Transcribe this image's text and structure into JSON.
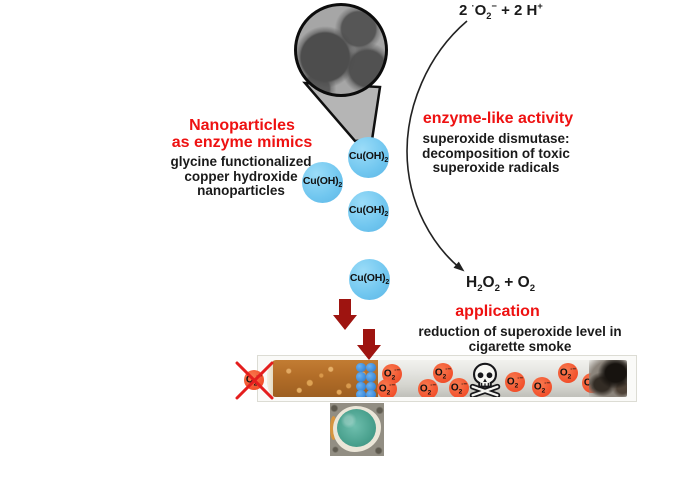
{
  "figure": {
    "kind": "graphical-abstract",
    "topic": "Glycine functionalized copper hydroxide nanoparticles as superoxide dismutase mimics"
  },
  "reaction": {
    "reactants": "2 ^·^O_2_^−^ + 2 H^+^",
    "products": "H_2_O_2_ + O_2_"
  },
  "left_block": {
    "title_line1": "Nanoparticles",
    "title_line2": "as enzyme mimics",
    "sub_line1": "glycine functionalized",
    "sub_line2": "copper hydroxide",
    "sub_line3": "nanoparticles"
  },
  "enzyme_block": {
    "title": "enzyme-like activity",
    "sub_line1": "superoxide dismutase:",
    "sub_line2": "decomposition of toxic",
    "sub_line3": "superoxide radicals"
  },
  "application_block": {
    "title": "application",
    "sub_line1": "reduction of superoxide level in",
    "sub_line2": "cigarette smoke"
  },
  "labels": {
    "nanoparticle": "Cu(OH)_2_",
    "superoxide": "O_2_^·−^"
  },
  "icons": {
    "skull": "skull-and-crossbones toxicity symbol",
    "tem": "TEM micrograph of nanoparticle clusters",
    "inset": "photo of filter with green Cu(OH)2 powder"
  },
  "colors": {
    "accent_red_text": "#ee1111",
    "dark_red_arrow": "#9e1410",
    "nanoparticle_blue": "#70c6ef",
    "filter_dot_blue": "#3d8bdb",
    "superoxide_badge": "#f2502b",
    "cigarette_filter": "#b26d28",
    "inset_sample_teal": "#4aa18e"
  }
}
